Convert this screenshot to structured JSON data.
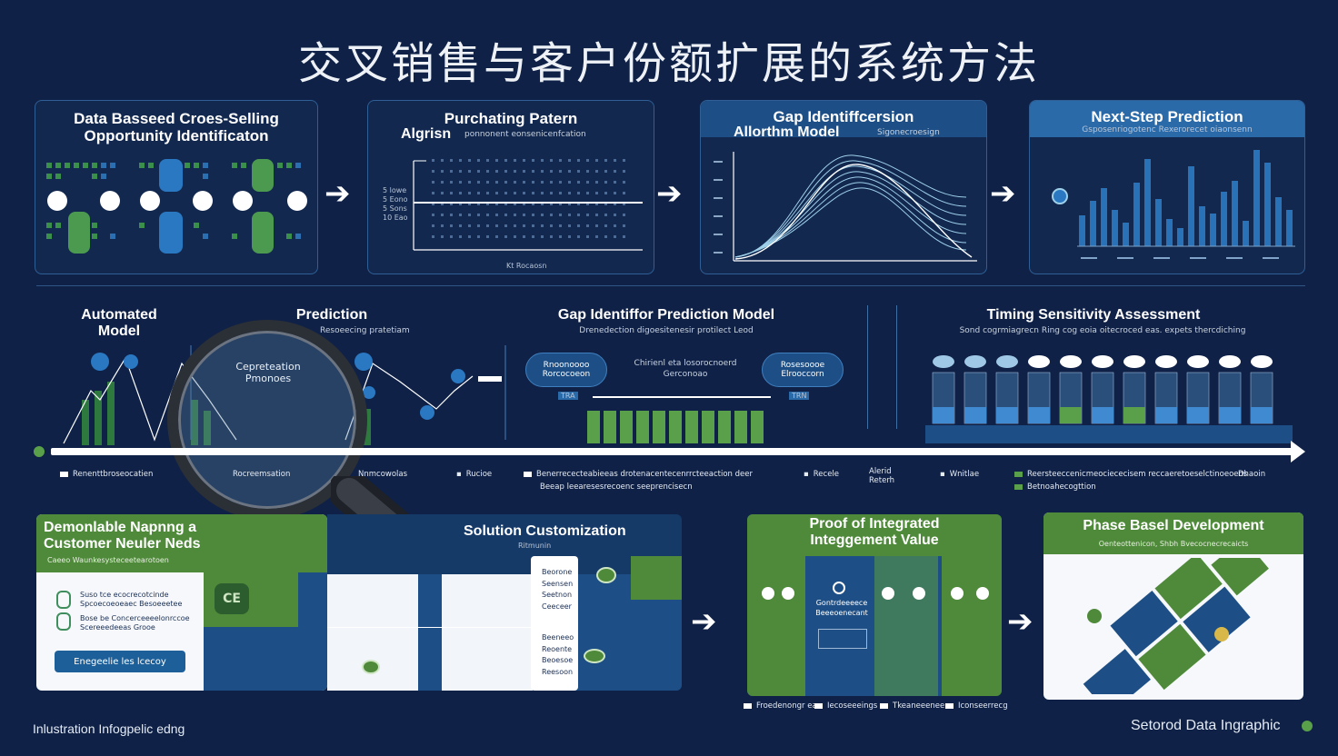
{
  "page": {
    "title": "交叉销售与客户份额扩展的系统方法",
    "footer_left": "Inlustration Infogpelic edng",
    "footer_right": "Setorod Data Ingraphic"
  },
  "top_panels": [
    {
      "title": "Data Basseed Croes-Selling Opportunity Identificaton"
    },
    {
      "title": "Purchating Patern",
      "title2": "Algrisn",
      "sub": "ponnonent eonsenicenfcation"
    },
    {
      "title": "Gap Identiffcersion",
      "title2": "Allorthm Model",
      "sub": "Sigonecroesign"
    },
    {
      "title": "Next-Step Prediction",
      "sub": "Gsposenriogotenc Rexerorecet oiaonsenn"
    }
  ],
  "purchasing_labels": [
    "5 lowe",
    "5 Eono",
    "5 Sons",
    "10 Eao"
  ],
  "purchasing_note": "Kt Rocaosn",
  "middle": {
    "automated": "Automated Model",
    "prediction": "Prediction",
    "prediction_sub": "Resoeecing pratetiam",
    "magnifier_text": "Cepreteation Pmonoes",
    "gap_title": "Gap Identiffor Prediction Model",
    "gap_sub": "Drenedection digoesitenesir protilect Leod",
    "gap_center": "Chirienl eta losorocnoerd Gerconoao",
    "pill_left": "Rnoonoooo Rorcocoeon",
    "pill_right": "Rosesoooe Elrooccorn",
    "tag_left": "TRA",
    "tag_right": "TRN",
    "timing_title": "Timing Sensitivity Assessment",
    "timing_sub": "Sond cogrmiagrecn Ring cog eoia oitecroced eas. expets thercdiching"
  },
  "timeline_legend": [
    "Renenttbroseocatien",
    "Rocreemsation",
    "Nnmcowolas",
    "Rucioe",
    "Benerrececteabieeas drotenacentecenrrcteeaction deer",
    "Recele",
    "Alerid Reterh",
    "Wnitlae",
    "Reersteeccenicmeociececisem reccaeretoeselctinoeoens",
    "Dhaoin"
  ],
  "timeline_legend_2": [
    "Beeap leearesesrecoenc seeprencisecn",
    "Betnoahecogttion"
  ],
  "bottom": {
    "demo_title": "Demonlable Napnng a Customer Neuler Neds",
    "demo_sub": "Caeeo Waunkesysteceetearotoen",
    "demo_item1": "Suso tce ecocrecotcinde Spcoecoeoeaec Besoeeetee",
    "demo_item2": "Bose be Concerceeeelonrccoe Scereeedeeas Grooe",
    "demo_button": "Enegeelie les lcecoy",
    "solution_title": "Solution Customization",
    "solution_sub": "Ritmunin",
    "solution_list": [
      "Beorone",
      "Seensen",
      "Seetnon",
      "Ceeceer",
      "Beeneeo",
      "Reoente",
      "Beoesoe",
      "Reesoon"
    ],
    "proof_title": "Proof of Integrated Integgement Value",
    "proof_center": "Gontrdeeeece Beeeoenecant",
    "proof_legend": [
      "Froedenongr ea",
      "Iecoseeeings",
      "Tkeaneeenee",
      "Iconseerrecg"
    ],
    "phase_title": "Phase Basel Development",
    "phase_sub": "Oenteottenicon, Shbh Bvecocnecrecaicts"
  }
}
